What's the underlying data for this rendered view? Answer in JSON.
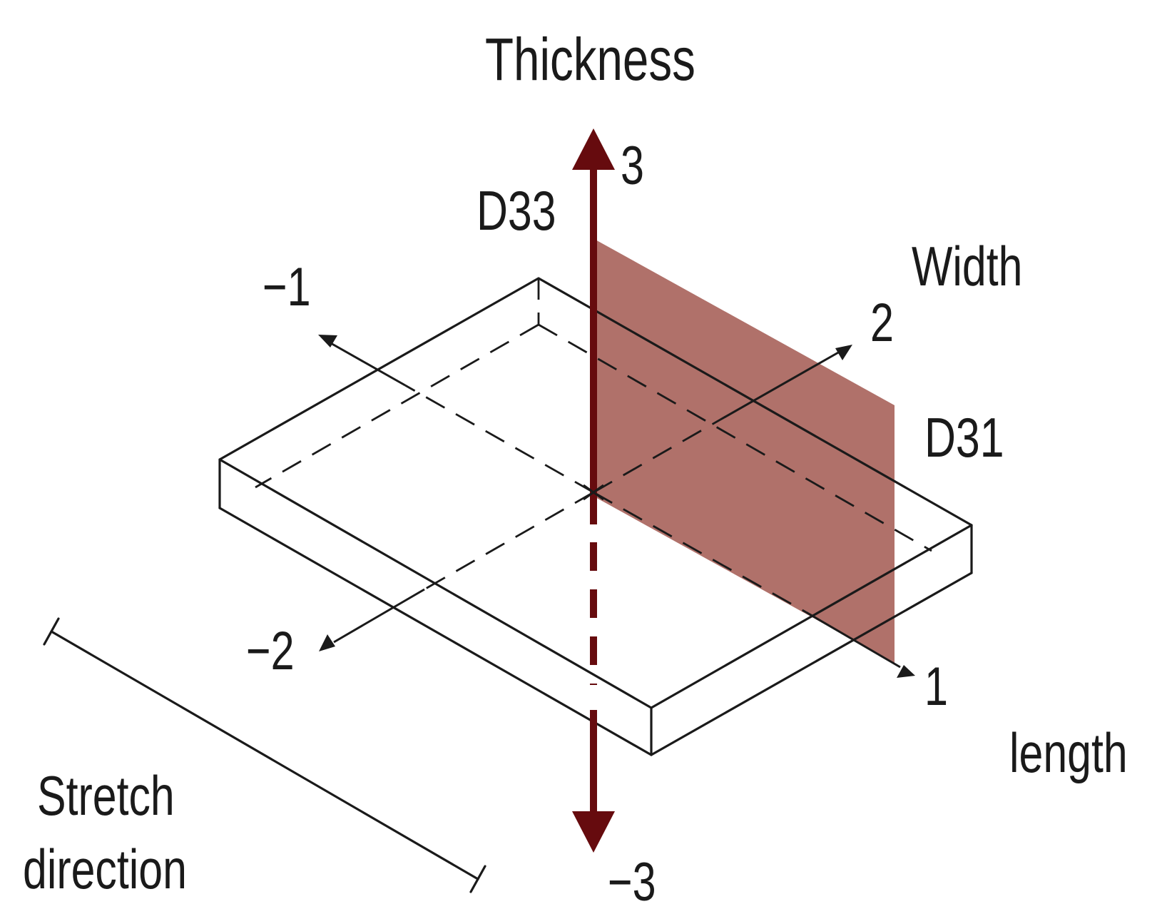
{
  "labels": {
    "thickness": "Thickness",
    "axis_3_pos": "3",
    "axis_3_neg": "−3",
    "d33": "D33",
    "d31": "D31",
    "width": "Width",
    "axis_2_pos": "2",
    "axis_2_neg": "−2",
    "axis_1_pos": "1",
    "axis_1_neg": "−1",
    "length": "length",
    "stretch_line1": "Stretch",
    "stretch_line2": "direction"
  },
  "colors": {
    "axis3_arrow": "#660b0e",
    "d31_plane": "#b0716a",
    "lines": "#1a1a1a",
    "background": "#ffffff"
  }
}
